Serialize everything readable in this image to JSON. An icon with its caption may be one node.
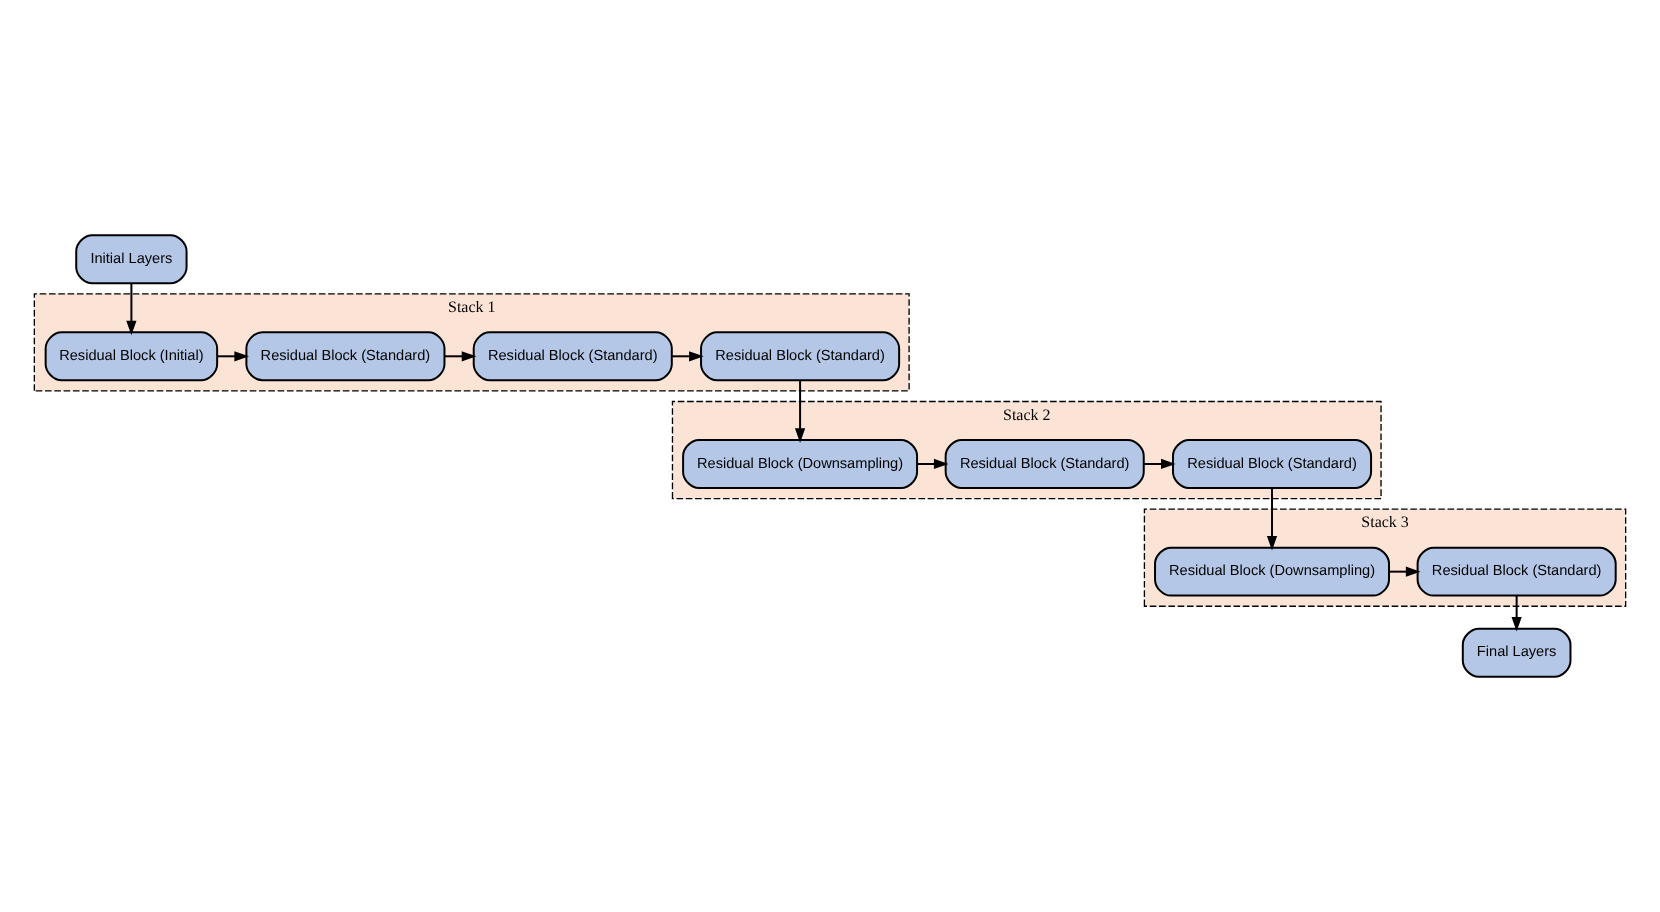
{
  "diagram": {
    "nodes": [
      {
        "text": [
          "Initial Layers"
        ]
      },
      {
        "text": [
          "Stack 1"
        ]
      },
      {
        "text": [
          "Residual Block (Initial)"
        ],
        "in": 1
      },
      {
        "text": [
          "Residual Block (Standard)"
        ],
        "in": 1
      },
      {
        "text": [
          "Residual Block (Standard)"
        ],
        "in": 1
      },
      {
        "text": [
          "Residual Block (Standard)"
        ],
        "in": 1
      },
      {
        "text": [
          "Stack 2"
        ]
      },
      {
        "text": [
          "Residual Block (Downsampling)"
        ],
        "in": 6
      },
      {
        "text": [
          "Residual Block (Standard)"
        ],
        "in": 6
      },
      {
        "text": [
          "Residual Block (Standard)"
        ],
        "in": 6
      },
      {
        "text": [
          "Stack 3"
        ]
      },
      {
        "text": [
          "Residual Block (Downsampling)"
        ],
        "in": 10
      },
      {
        "text": [
          "Residual Block (Standard)"
        ],
        "in": 10
      },
      {
        "text": [
          "Final Layers"
        ]
      }
    ],
    "edges": [
      {
        "from": 0,
        "to": 2,
        "arrow": "to"
      },
      {
        "from": 2,
        "to": 3,
        "arrow": "to"
      },
      {
        "from": 3,
        "to": 4,
        "arrow": "to"
      },
      {
        "from": 4,
        "to": 5,
        "arrow": "to"
      },
      {
        "from": 5,
        "to": 7,
        "arrow": "to"
      },
      {
        "from": 7,
        "to": 8,
        "arrow": "to"
      },
      {
        "from": 8,
        "to": 9,
        "arrow": "to"
      },
      {
        "from": 9,
        "to": 11,
        "arrow": "to"
      },
      {
        "from": 11,
        "to": 12,
        "arrow": "to"
      },
      {
        "from": 12,
        "to": 13,
        "arrow": "to"
      }
    ]
  }
}
